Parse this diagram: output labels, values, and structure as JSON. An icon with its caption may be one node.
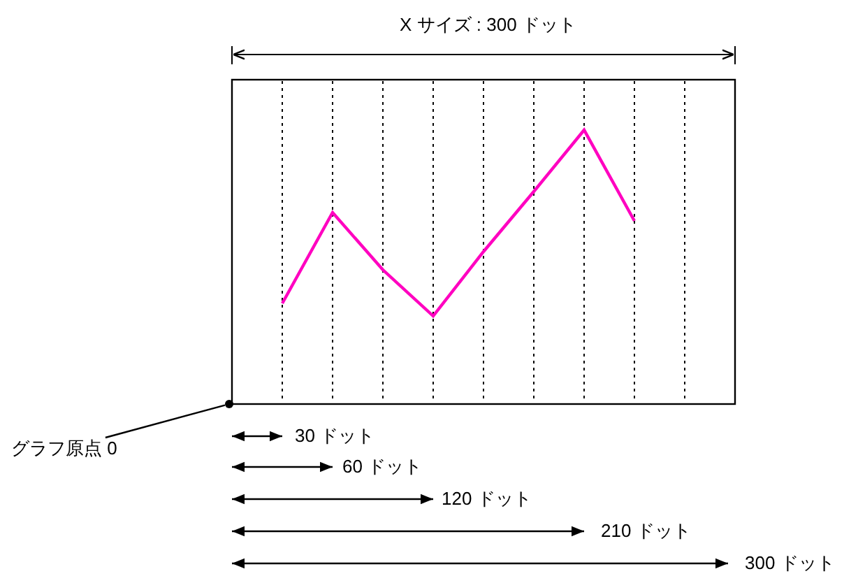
{
  "diagram": {
    "nodes": [
      {
        "text": [
          "グラフ原点 0"
        ]
      },
      {
        "text": [],
        "shape": "circle"
      }
    ],
    "edges": [
      {
        "from": 0,
        "to": 1,
        "arrow": "none"
      }
    ],
    "labels": [
      "X サイズ : 300 ドット",
      "30 ドット",
      "60 ドット",
      "120 ドット",
      "210 ドット",
      "300 ドット"
    ]
  }
}
